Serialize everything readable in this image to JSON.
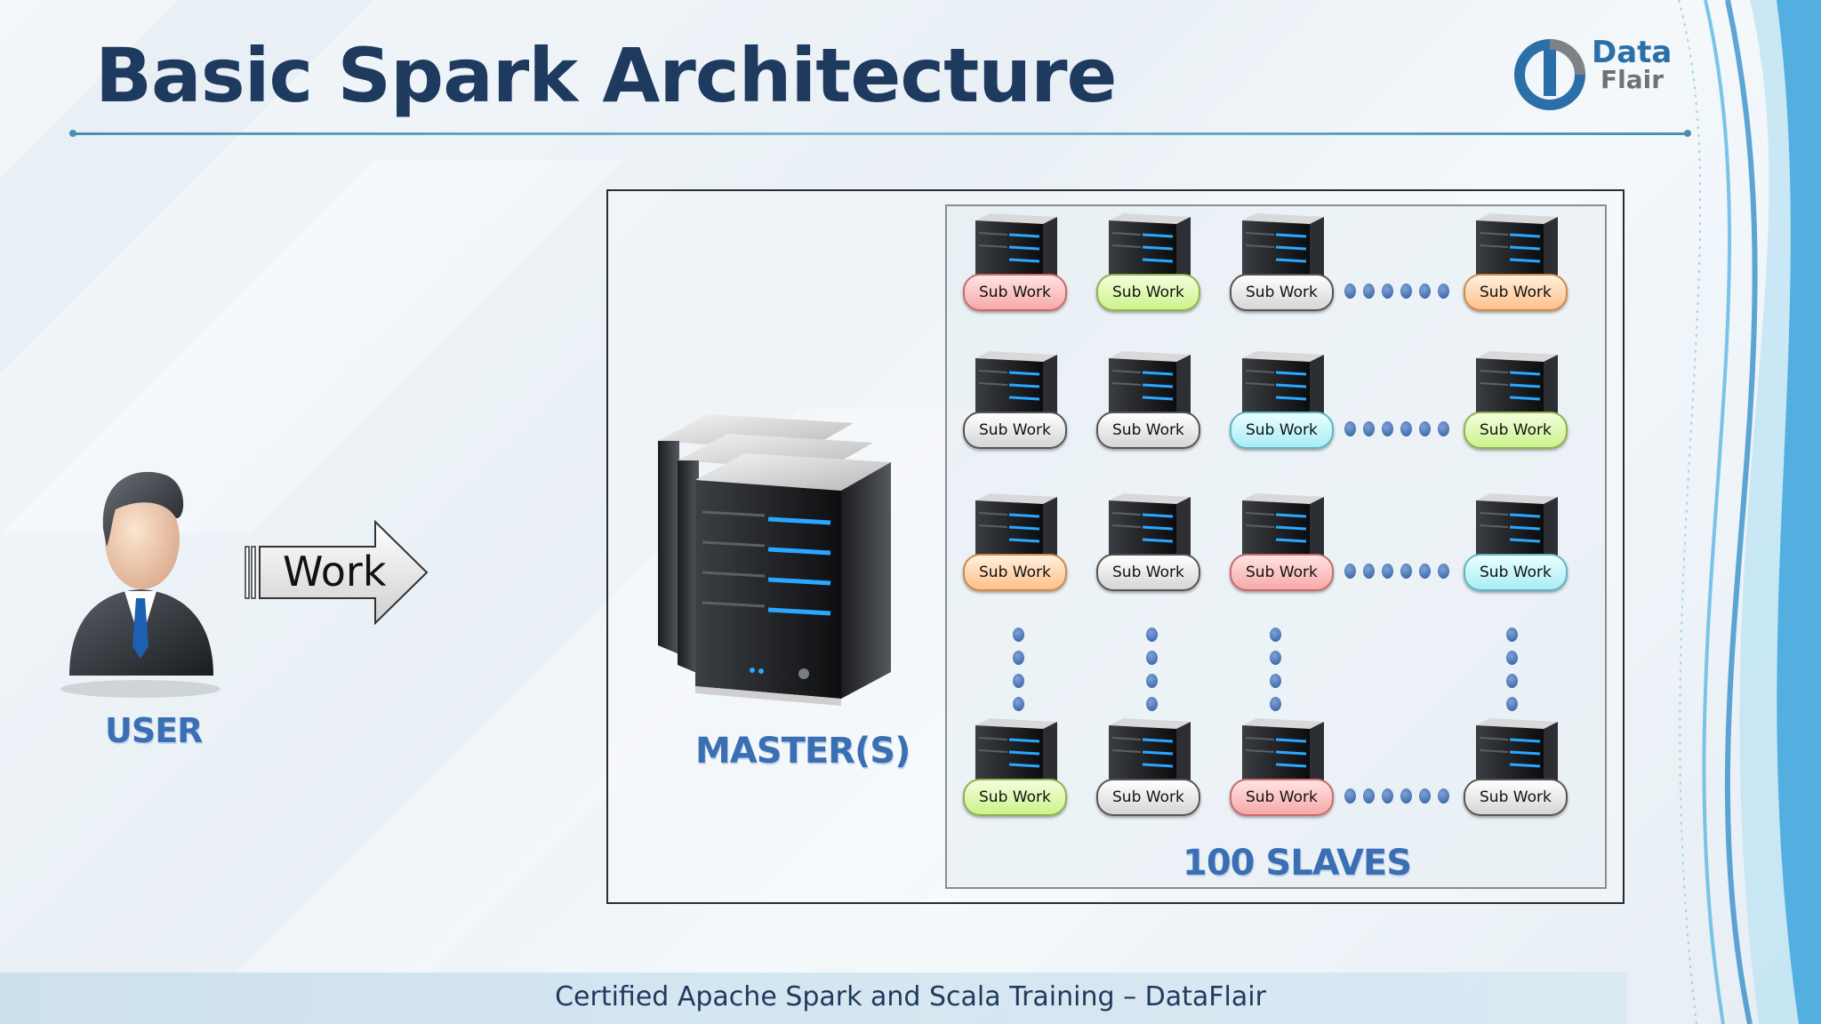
{
  "title": "Basic Spark Architecture",
  "logo": {
    "line1": "Data",
    "line2": "Flair"
  },
  "user": {
    "label": "USER",
    "work_label": "Work"
  },
  "master": {
    "label": "MASTER(S)"
  },
  "slaves": {
    "label": "100 SLAVES",
    "rows": [
      {
        "cells": [
          {
            "text": "Sub Work",
            "color": "red"
          },
          {
            "text": "Sub Work",
            "color": "green"
          },
          {
            "text": "Sub Work",
            "color": "gray"
          },
          {
            "text": "Sub Work",
            "color": "orange"
          }
        ]
      },
      {
        "cells": [
          {
            "text": "Sub Work",
            "color": "gray"
          },
          {
            "text": "Sub Work",
            "color": "gray"
          },
          {
            "text": "Sub Work",
            "color": "cyan"
          },
          {
            "text": "Sub Work",
            "color": "green"
          }
        ]
      },
      {
        "cells": [
          {
            "text": "Sub Work",
            "color": "orange"
          },
          {
            "text": "Sub Work",
            "color": "gray"
          },
          {
            "text": "Sub Work",
            "color": "red"
          },
          {
            "text": "Sub Work",
            "color": "cyan"
          }
        ]
      },
      {
        "cells": [
          {
            "text": "Sub Work",
            "color": "green"
          },
          {
            "text": "Sub Work",
            "color": "gray"
          },
          {
            "text": "Sub Work",
            "color": "red"
          },
          {
            "text": "Sub Work",
            "color": "gray"
          }
        ]
      }
    ]
  },
  "footer": "Certified Apache Spark and Scala Training – DataFlair",
  "colors": {
    "title": "#1f3a5f",
    "label_blue": "#3a6fb4",
    "accent": "#2a6fa8"
  },
  "icons": [
    "user-avatar-icon",
    "work-arrow-icon",
    "master-server-icon",
    "slave-server-icon",
    "ellipsis-dots-icon",
    "dataflair-logo-icon"
  ]
}
